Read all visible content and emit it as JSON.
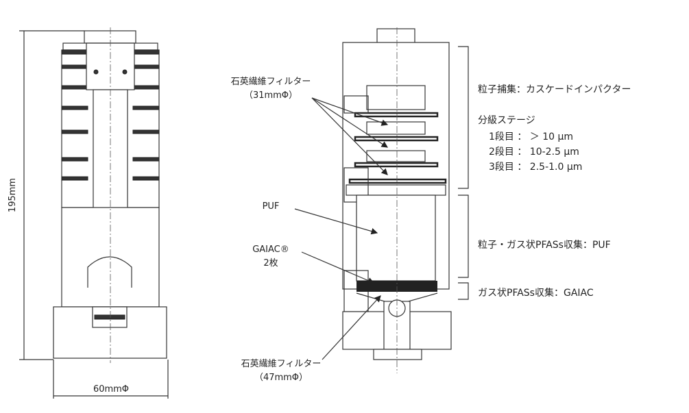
{
  "left_device": {
    "height_dimension": "195mm",
    "diameter_dimension": "60mmΦ"
  },
  "callouts": {
    "filter_31": {
      "line1": "石英繊維フィルター",
      "line2": "（31mmΦ）"
    },
    "puf": "PUF",
    "gaiac": {
      "line1": "GAIAC®",
      "line2": "2枚"
    },
    "filter_47": {
      "line1": "石英繊維フィルター",
      "line2": "（47mmΦ）"
    }
  },
  "sections": {
    "impactor": {
      "title": "粒子捕集：カスケードインパクター",
      "stages_title": "分級ステージ",
      "stages": [
        "1段目 ： ＞ 10 μm",
        "2段目 ： 10-2.5 μm",
        "3段目 ： 2.5-1.0 μm"
      ]
    },
    "puf": "粒子・ガス状PFASs収集：PUF",
    "gaiac": "ガス状PFASs収集：GAIAC"
  }
}
